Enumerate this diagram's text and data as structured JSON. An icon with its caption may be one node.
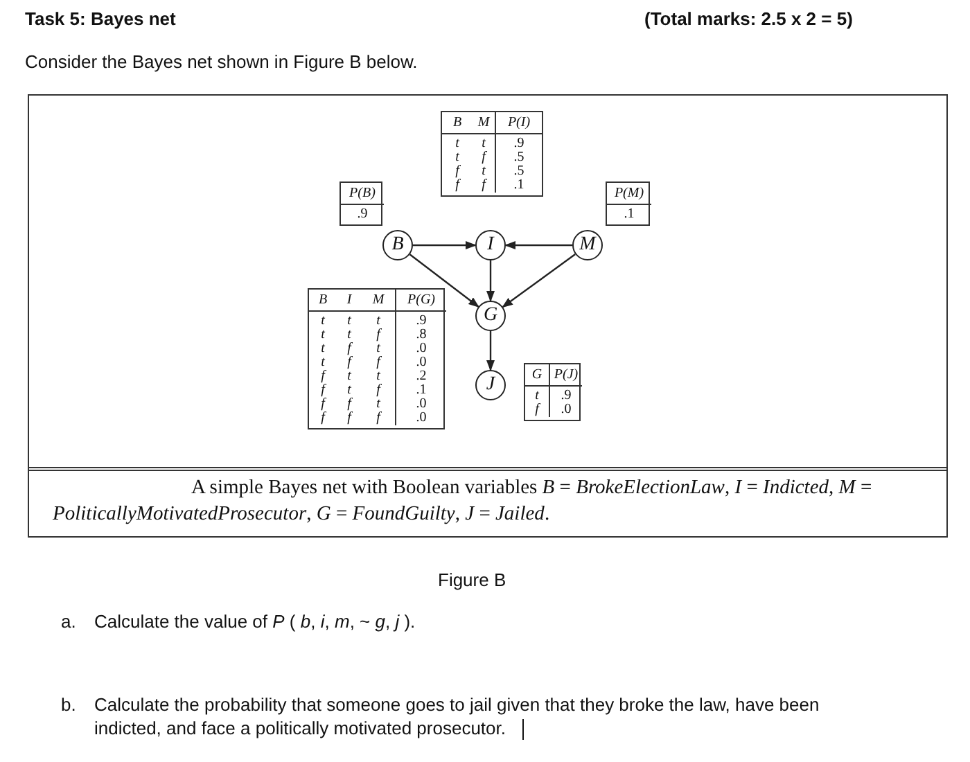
{
  "diagram": {
    "title": "Task 5: Bayes net",
    "caption": "A simple Bayes net with Boolean variables *B* = *BrokeElectionLaw*, *I* = *Indicted*, *M* = *PoliticallyMotivatedProsecutor*, *G* = *FoundGuilty*, *J* = *Jailed*.",
    "nodes": [
      {
        "text": [
          "B",
          "M",
          "P(I)",
          "t",
          "t",
          ".9",
          "t",
          "f",
          ".5",
          "f",
          "t",
          ".5",
          "f",
          "f",
          ".1"
        ]
      },
      {
        "text": [
          "P(B)",
          ".9"
        ]
      },
      {
        "text": [
          "P(M)",
          ".1"
        ]
      },
      {
        "text": [
          "B"
        ]
      },
      {
        "text": [
          "I"
        ]
      },
      {
        "text": [
          "M"
        ]
      },
      {
        "text": [
          "B",
          "I",
          "M",
          "P(G)",
          "t",
          "t",
          "t",
          ".9",
          "t",
          "t",
          "f",
          ".8",
          "t",
          "f",
          "t",
          ".0",
          "t",
          "f",
          "f",
          ".0",
          "f",
          "t",
          "t",
          ".2",
          "f",
          "t",
          "f",
          ".1",
          "f",
          "f",
          "t",
          ".0",
          "f",
          "f",
          "f",
          ".0"
        ]
      },
      {
        "text": [
          "G"
        ]
      },
      {
        "text": [
          "J"
        ]
      },
      {
        "text": [
          "G",
          "P(J)",
          "t",
          ".9",
          "f",
          ".0"
        ]
      }
    ],
    "edges": [
      {
        "from": 3,
        "to": 4,
        "arrow": "to"
      },
      {
        "from": 5,
        "to": 4,
        "arrow": "to"
      },
      {
        "from": 3,
        "to": 7,
        "arrow": "to"
      },
      {
        "from": 4,
        "to": 7,
        "arrow": "to"
      },
      {
        "from": 5,
        "to": 7,
        "arrow": "to"
      },
      {
        "from": 7,
        "to": 8,
        "arrow": "to"
      }
    ],
    "labels": [
      "(Total marks: 2.5 x 2 = 5)",
      "Consider the Bayes net shown in Figure B below.",
      "Figure B",
      "a.",
      "Calculate the value of *P* ( *b*, *i*, *m*, ~ *g*, *j* ).",
      "b.",
      "Calculate the probability that someone goes to jail given that they broke the law, have been indicted, and face a politically motivated prosecutor."
    ]
  }
}
